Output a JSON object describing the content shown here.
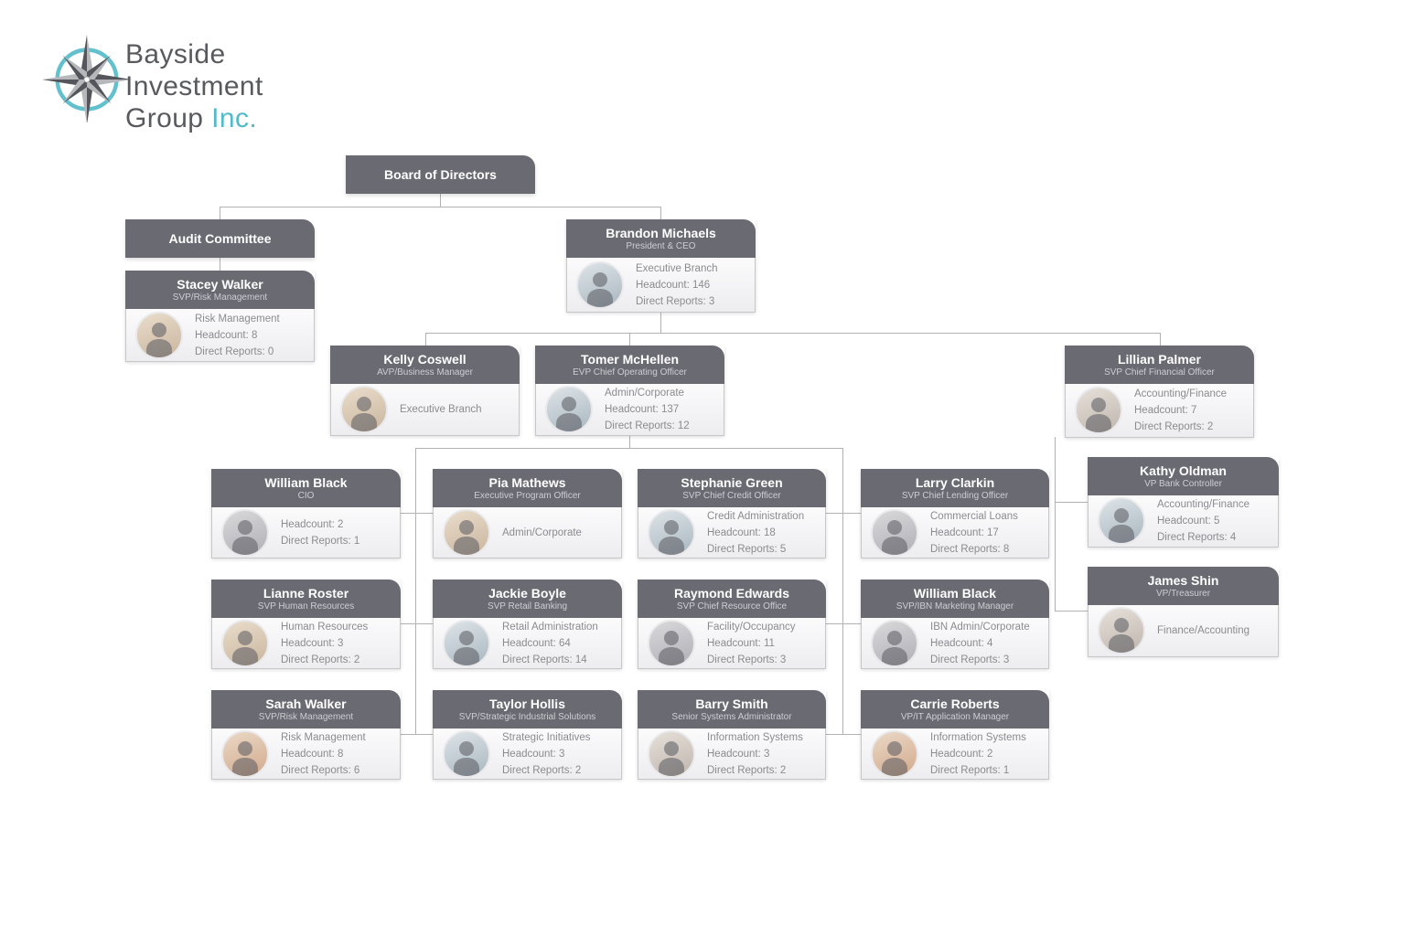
{
  "logo": {
    "name_lines": [
      "Bayside",
      "Investment",
      "Group"
    ],
    "suffix": "Inc.",
    "icon": "compass-icon"
  },
  "colors": {
    "accent_teal": "#52bac9",
    "header_gray": "#6a6a72",
    "connector_gray": "#b2b2b5",
    "body_text_gray": "#8b8b90"
  },
  "cards": {
    "board": {
      "title": "Board of Directors"
    },
    "audit": {
      "title": "Audit Committee"
    },
    "people": [
      {
        "name": "Brandon Michaels",
        "title": "President & CEO",
        "lines": [
          "Executive Branch",
          "Headcount: 146",
          "Direct Reports: 3"
        ]
      },
      {
        "name": "Stacey Walker",
        "title": "SVP/Risk Management",
        "lines": [
          "Risk Management",
          "Headcount: 8",
          "Direct Reports: 0"
        ]
      },
      {
        "name": "Kelly Coswell",
        "title": "AVP/Business Manager",
        "lines": [
          "Executive Branch"
        ]
      },
      {
        "name": "Tomer McHellen",
        "title": "EVP Chief Operating Officer",
        "lines": [
          "Admin/Corporate",
          "Headcount: 137",
          "Direct Reports: 12"
        ]
      },
      {
        "name": "Lillian Palmer",
        "title": "SVP Chief Financial Officer",
        "lines": [
          "Accounting/Finance",
          "Headcount: 7",
          "Direct Reports: 2"
        ]
      },
      {
        "name": "William Black",
        "title": "CIO",
        "lines": [
          "Headcount: 2",
          "Direct Reports: 1"
        ]
      },
      {
        "name": "Pia Mathews",
        "title": "Executive Program Officer",
        "lines": [
          "Admin/Corporate"
        ]
      },
      {
        "name": "Stephanie Green",
        "title": "SVP Chief Credit Officer",
        "lines": [
          "Credit Administration",
          "Headcount: 18",
          "Direct Reports: 5"
        ]
      },
      {
        "name": "Larry Clarkin",
        "title": "SVP Chief Lending Officer",
        "lines": [
          "Commercial Loans",
          "Headcount: 17",
          "Direct Reports: 8"
        ]
      },
      {
        "name": "Lianne Roster",
        "title": "SVP Human Resources",
        "lines": [
          "Human Resources",
          "Headcount: 3",
          "Direct Reports: 2"
        ]
      },
      {
        "name": "Jackie Boyle",
        "title": "SVP Retail Banking",
        "lines": [
          "Retail Administration",
          "Headcount: 64",
          "Direct Reports: 14"
        ]
      },
      {
        "name": "Raymond Edwards",
        "title": "SVP Chief Resource Office",
        "lines": [
          "Facility/Occupancy",
          "Headcount: 11",
          "Direct Reports: 3"
        ]
      },
      {
        "name": "William Black",
        "title": "SVP/IBN Marketing Manager",
        "lines": [
          "IBN Admin/Corporate",
          "Headcount: 4",
          "Direct Reports: 3"
        ]
      },
      {
        "name": "Sarah Walker",
        "title": "SVP/Risk Management",
        "lines": [
          "Risk Management",
          "Headcount: 8",
          "Direct Reports: 6"
        ]
      },
      {
        "name": "Taylor Hollis",
        "title": "SVP/Strategic Industrial Solutions",
        "lines": [
          "Strategic Initiatives",
          "Headcount: 3",
          "Direct Reports: 2"
        ]
      },
      {
        "name": "Barry Smith",
        "title": "Senior Systems Administrator",
        "lines": [
          "Information Systems",
          "Headcount: 3",
          "Direct Reports: 2"
        ]
      },
      {
        "name": "Carrie Roberts",
        "title": "VP/IT Application Manager",
        "lines": [
          "Information Systems",
          "Headcount: 2",
          "Direct Reports: 1"
        ]
      },
      {
        "name": "Kathy Oldman",
        "title": "VP Bank Controller",
        "lines": [
          "Accounting/Finance",
          "Headcount: 5",
          "Direct Reports: 4"
        ]
      },
      {
        "name": "James Shin",
        "title": "VP/Treasurer",
        "lines": [
          "Finance/Accounting"
        ]
      }
    ]
  }
}
